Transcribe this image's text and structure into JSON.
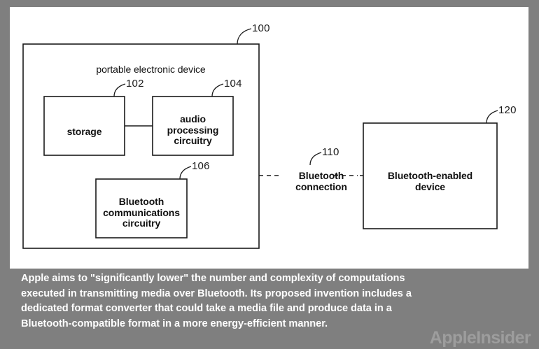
{
  "figure": {
    "outer_device": {
      "title": "portable electronic device",
      "ref": "100"
    },
    "blocks": [
      {
        "name": "storage",
        "label": "storage",
        "ref": "102"
      },
      {
        "name": "audio-processing-circuitry",
        "label": "audio\nprocessing\ncircuitry",
        "ref": "104"
      },
      {
        "name": "bluetooth-communications-circuitry",
        "label": "Bluetooth\ncommunications\ncircuitry",
        "ref": "106"
      }
    ],
    "connection": {
      "label": "Bluetooth\nconnection",
      "ref": "110"
    },
    "external_device": {
      "label": "Bluetooth-enabled\ndevice",
      "ref": "120"
    }
  },
  "caption": {
    "lines": [
      "Apple aims to \"significantly lower\" the number and complexity of computations",
      "executed in transmitting media over Bluetooth. Its proposed invention includes a",
      "dedicated format converter that could take a media file and produce data in a",
      "Bluetooth-compatible format in a more energy-efficient manner."
    ]
  },
  "watermark": {
    "text": "AppleInsider"
  },
  "colors": {
    "background": "#7f7f7f",
    "sheet": "#ffffff",
    "ink": "#111111",
    "caption_text": "#ffffff",
    "watermark": "#9d9d9d"
  }
}
